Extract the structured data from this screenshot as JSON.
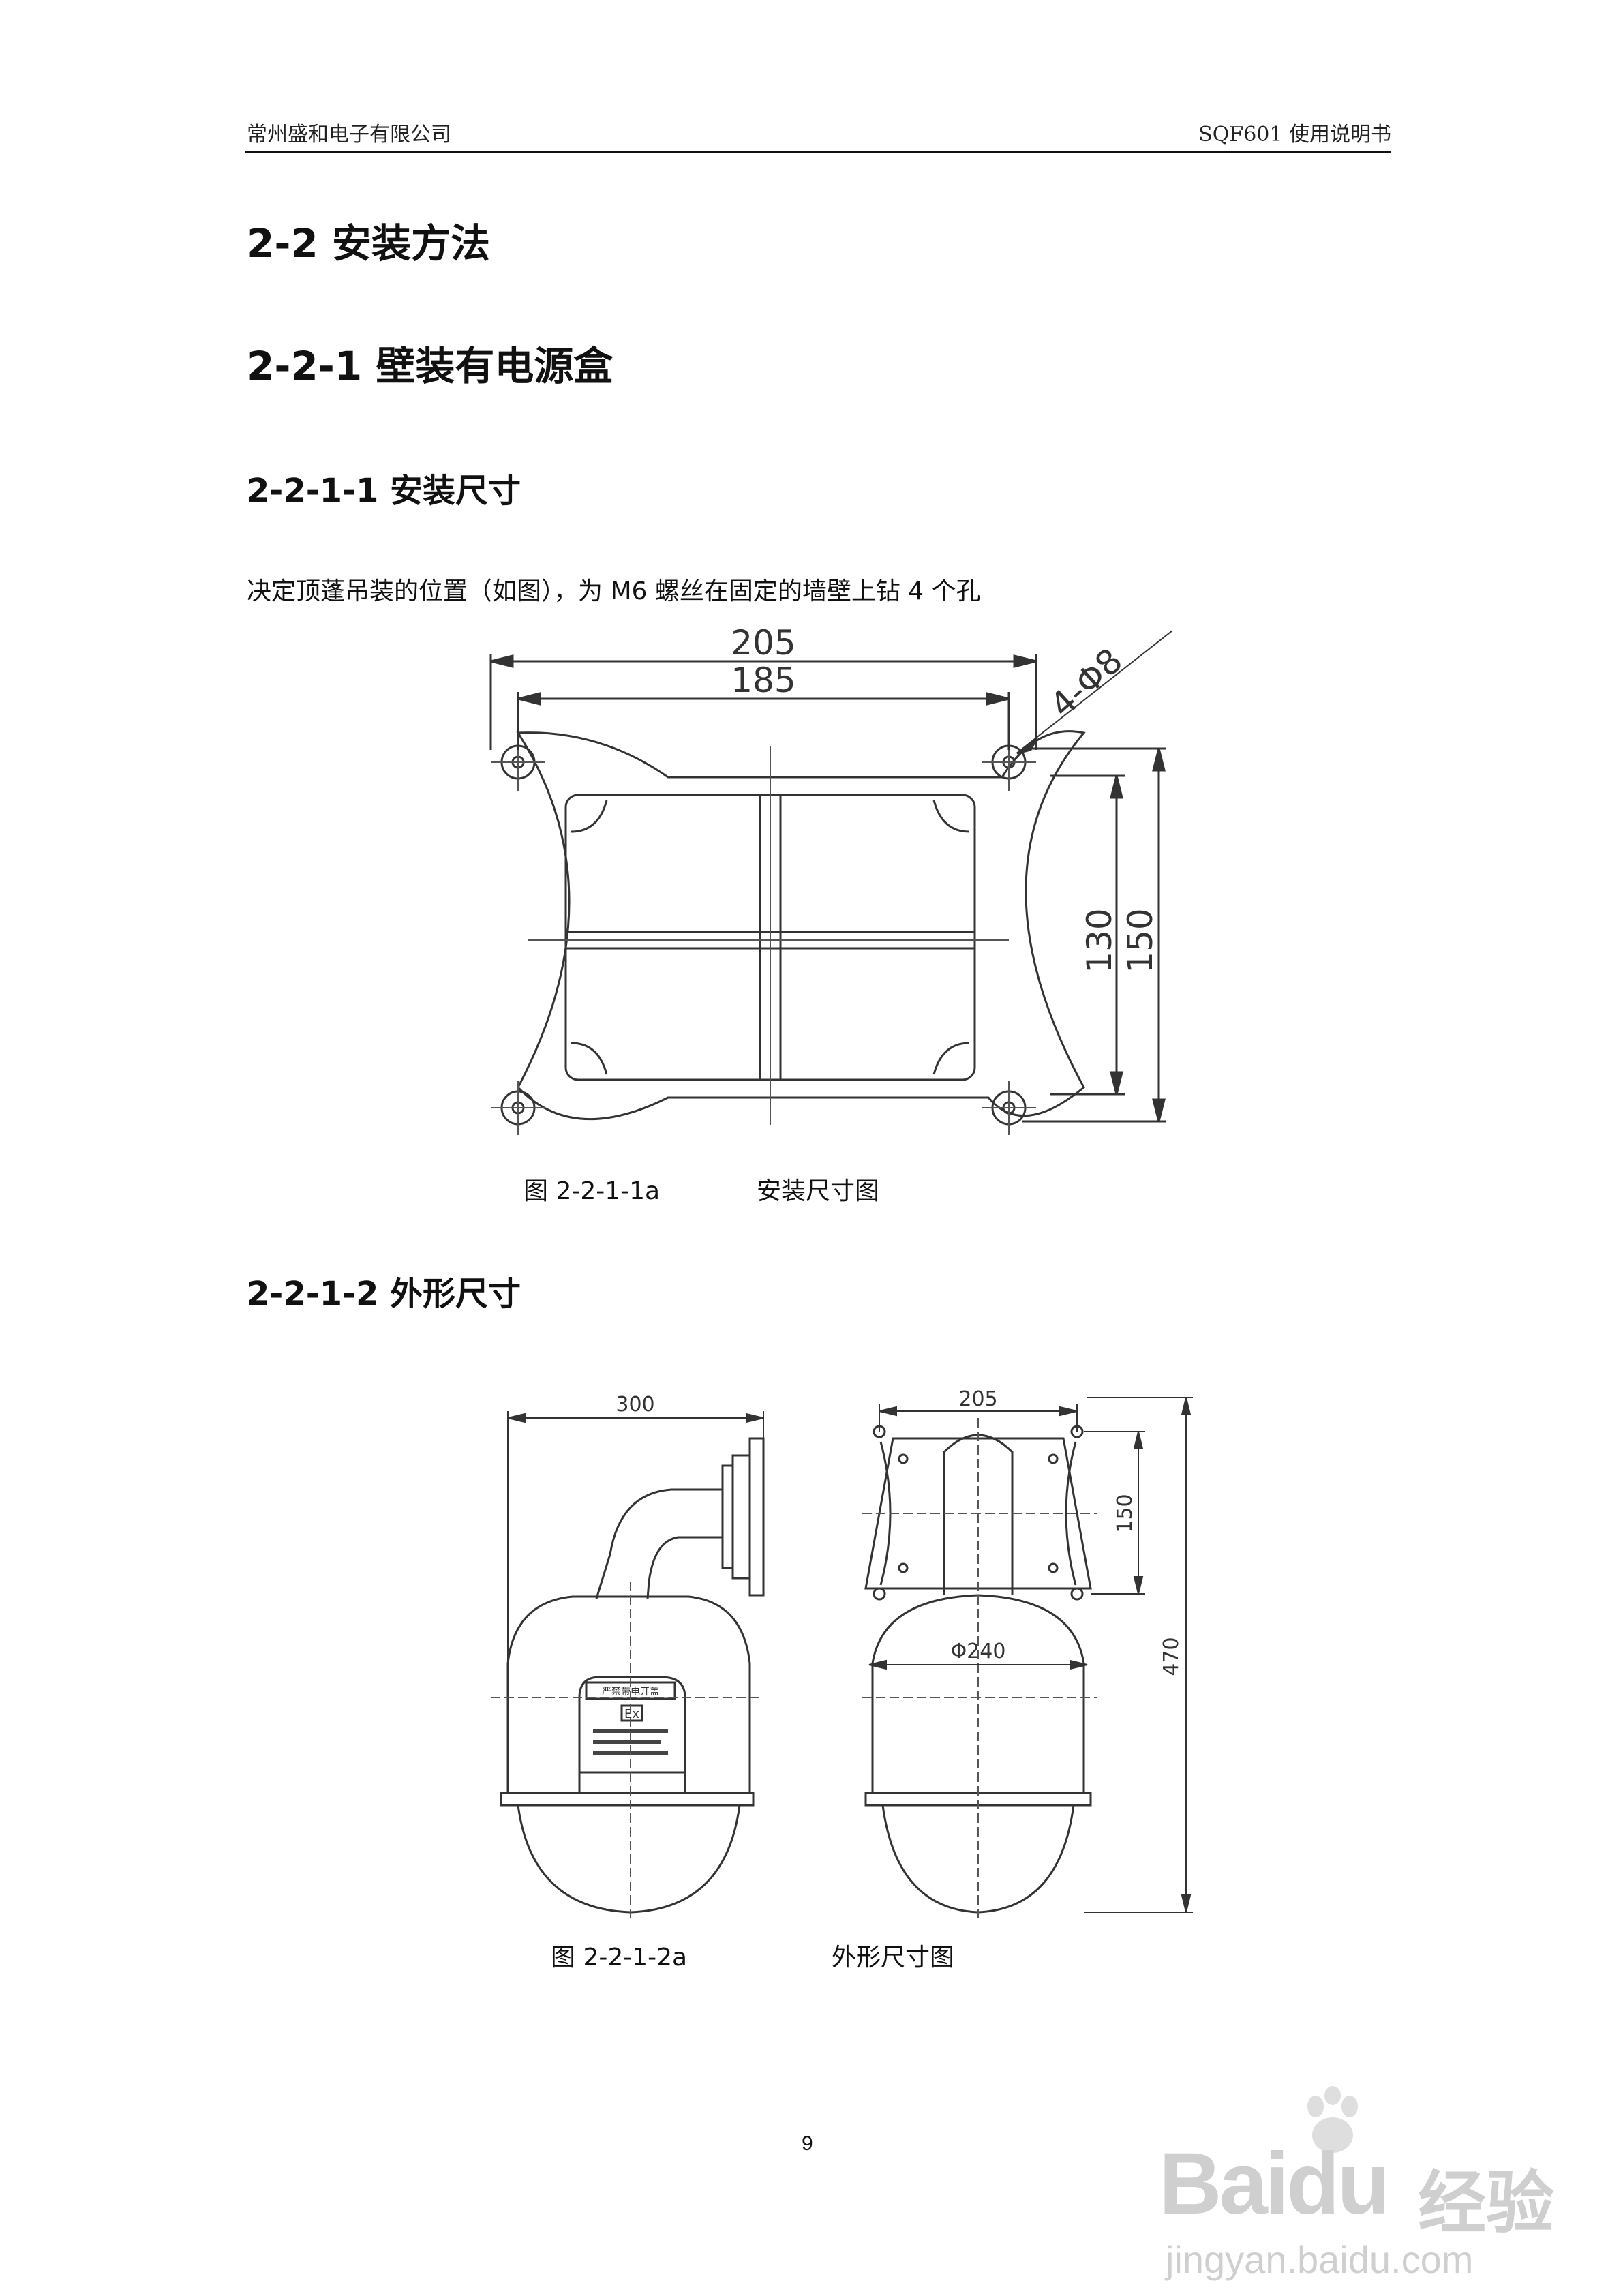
{
  "header": {
    "company": "常州盛和电子有限公司",
    "manual": "SQF601 使用说明书"
  },
  "section": {
    "title": "2-2 安装方法",
    "subsection_title": "2-2-1 壁装有电源盒",
    "sub1_title": "2-2-1-1 安装尺寸",
    "sub1_text": "决定顶蓬吊装的位置（如图），为 M6 螺丝在固定的墙壁上钻 4 个孔",
    "sub2_title": "2-2-1-2 外形尺寸"
  },
  "figure1": {
    "dims": {
      "outer_width": "205",
      "inner_width": "185",
      "holes": "4-Φ8",
      "inner_height": "130",
      "outer_height": "150"
    },
    "caption_number": "图 2-2-1-1a",
    "caption_title": "安装尺寸图"
  },
  "figure2": {
    "side_dims": {
      "width": "300"
    },
    "side_label": {
      "plate_text": "严禁带电开盖",
      "ex_mark": "Ex"
    },
    "front_dims": {
      "width": "205",
      "plate_height": "150",
      "diameter": "Φ240",
      "total_height": "470"
    },
    "caption_number": "图 2-2-1-2a",
    "caption_title": "外形尺寸图"
  },
  "page_number": "9",
  "watermark": {
    "brand": "Baidu",
    "product": "经验",
    "url": "jingyan.baidu.com"
  }
}
